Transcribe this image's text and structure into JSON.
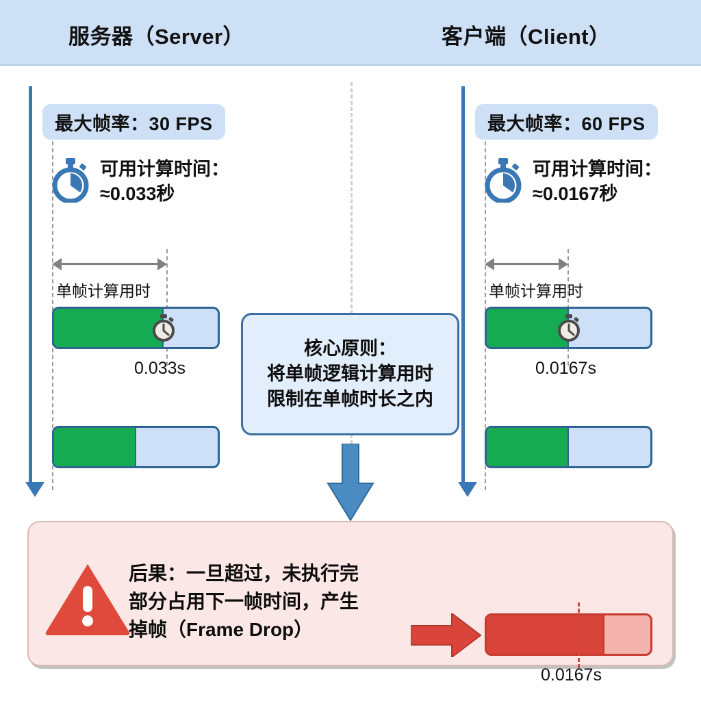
{
  "header": {
    "left_title": "服务器（Server）",
    "right_title": "客户端（Client）"
  },
  "columns": [
    {
      "side": "server",
      "fps_label": "最大帧率：30 FPS",
      "compute_icon": "stopwatch-icon",
      "compute_line1": "可用计算时间：",
      "compute_line2": "≈0.033秒",
      "dimension_label": "单帧计算用时",
      "bars": [
        {
          "value_label": "0.033s",
          "fill_percent": 67,
          "marker_icon": "stopwatch-marker-icon"
        },
        {
          "value_label": "",
          "fill_percent": 50,
          "marker_icon": ""
        }
      ]
    },
    {
      "side": "client",
      "fps_label": "最大帧率：60 FPS",
      "compute_icon": "stopwatch-icon",
      "compute_line1": "可用计算时间：",
      "compute_line2": "≈0.0167秒",
      "dimension_label": "单帧计算用时",
      "bars": [
        {
          "value_label": "0.0167s",
          "fill_percent": 50,
          "marker_icon": "stopwatch-marker-icon"
        },
        {
          "value_label": "",
          "fill_percent": 50,
          "marker_icon": ""
        }
      ]
    }
  ],
  "callout": {
    "line1": "核心原则：",
    "line2": "将单帧逻辑计算用时",
    "line3": "限制在单帧时长之内",
    "arrow_icon": "down-arrow-icon"
  },
  "warning": {
    "icon": "warning-triangle-icon",
    "line1": "后果：一旦超过，未执行完",
    "line2": "部分占用下一帧时间，产生",
    "line3": "掉帧（Frame Drop）",
    "arrow_icon": "right-arrow-icon",
    "bar": {
      "value_label": "0.0167s",
      "fill_percent": 72
    }
  },
  "colors": {
    "header_band": "#cde0f6",
    "accent_blue": "#3a78b5",
    "bar_green": "#15ab52",
    "bar_track": "#cde0f8",
    "bar_border": "#2e6490",
    "warn_bg": "#fbe8e6",
    "warn_red": "#d9453a",
    "warn_red_light": "#f4b4ad",
    "guide_gray": "#9a9a9a"
  }
}
